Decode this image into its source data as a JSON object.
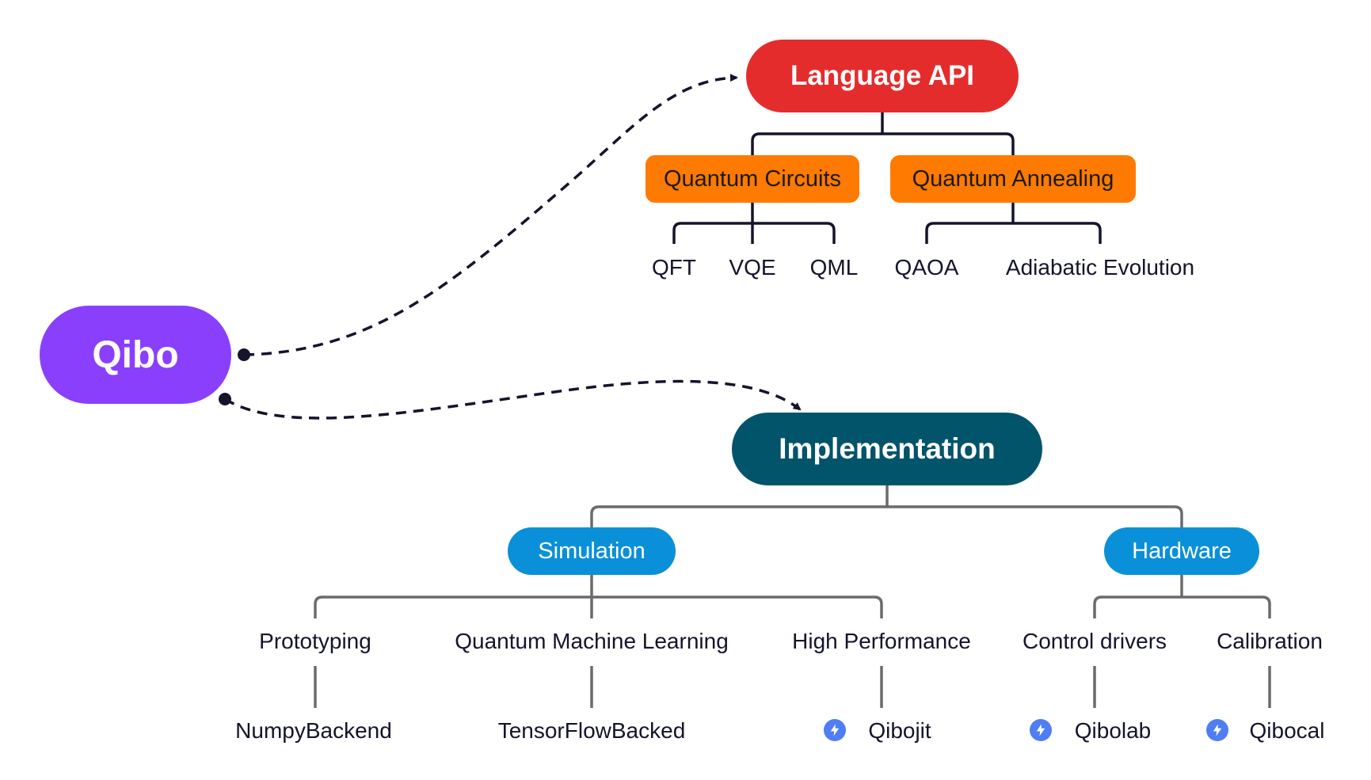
{
  "colors": {
    "root": "#8a3ffc",
    "language_api": "#e52c2c",
    "orange": "#ff7a00",
    "implementation": "#02546b",
    "blue": "#0a90d8",
    "dark_line": "#14142b",
    "gray_line": "#6b6b6b",
    "lightning": "#4f7df3"
  },
  "root": {
    "label": "Qibo"
  },
  "language_api": {
    "label": "Language API",
    "groups": [
      {
        "label": "Quantum Circuits",
        "items": [
          "QFT",
          "VQE",
          "QML"
        ]
      },
      {
        "label": "Quantum Annealing",
        "items": [
          "QAOA",
          "Adiabatic Evolution"
        ]
      }
    ]
  },
  "implementation": {
    "label": "Implementation",
    "simulation": {
      "label": "Simulation",
      "categories": [
        {
          "label": "Prototyping",
          "backend": "NumpyBackend",
          "icon": ""
        },
        {
          "label": "Quantum Machine Learning",
          "backend": "TensorFlowBacked",
          "icon": ""
        },
        {
          "label": "High Performance",
          "backend": "Qibojit",
          "icon": "lightning-icon"
        }
      ]
    },
    "hardware": {
      "label": "Hardware",
      "categories": [
        {
          "label": "Control drivers",
          "backend": "Qibolab",
          "icon": "lightning-icon"
        },
        {
          "label": "Calibration",
          "backend": "Qibocal",
          "icon": "lightning-icon"
        }
      ]
    }
  }
}
